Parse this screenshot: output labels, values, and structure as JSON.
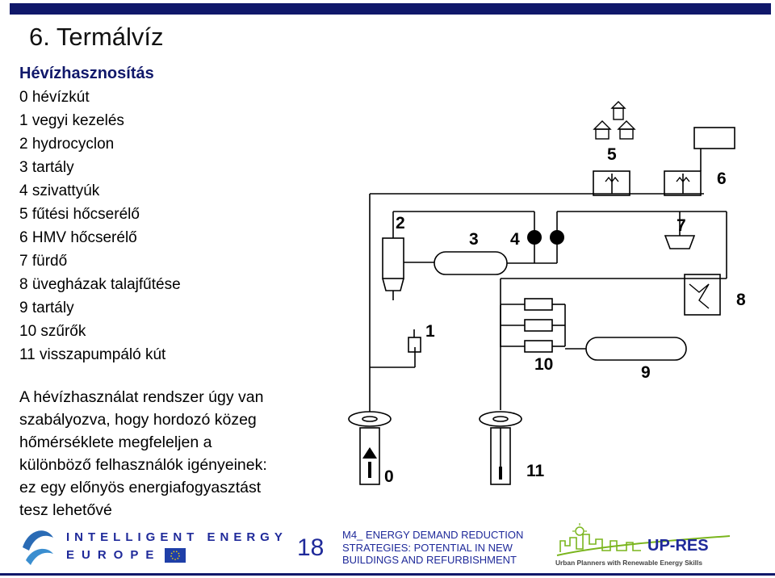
{
  "slide": {
    "title": "6. Termálvíz",
    "subtitle": "Hévízhasznosítás",
    "legend_items": [
      "0 hévízkút",
      "1 vegyi kezelés",
      "2 hydrocyclon",
      "3 tartály",
      "4 szivattyúk",
      "5 fűtési hőcserélő",
      "6 HMV hőcserélő",
      "7 fürdő",
      "8 üvegházak talajfűtése",
      "9 tartály",
      "10 szűrők",
      "11 visszapumpáló kút"
    ],
    "paragraph_lines": [
      "A hévízhasználat rendszer úgy van",
      "szabályozva, hogy hordozó közeg",
      "hőmérséklete megfeleljen a",
      "különböző felhasználók igényeinek:",
      "ez egy előnyös energiafogyasztást",
      "tesz lehetővé"
    ]
  },
  "diagram": {
    "labels": {
      "n0": "0",
      "n1": "1",
      "n2": "2",
      "n3": "3",
      "n4": "4",
      "n5": "5",
      "n6": "6",
      "n7": "7",
      "n8": "8",
      "n9": "9",
      "n10": "10",
      "n11": "11"
    }
  },
  "footer": {
    "ie_line1": "INTELLIGENT ENERGY",
    "ie_line2": "EUROPE",
    "page_number": "18",
    "project_lines": [
      "M4_ ENERGY DEMAND REDUCTION",
      "STRATEGIES: POTENTIAL IN NEW",
      "BUILDINGS AND REFURBISHMENT"
    ],
    "upres_name": "UP-RES",
    "upres_tagline": "Urban Planners with Renewable Energy Skills"
  },
  "colors": {
    "navy": "#10186a",
    "footer_blue": "#1f2a9a",
    "upres_green": "#7ab51d",
    "logo_blue": "#2a6bb5"
  }
}
